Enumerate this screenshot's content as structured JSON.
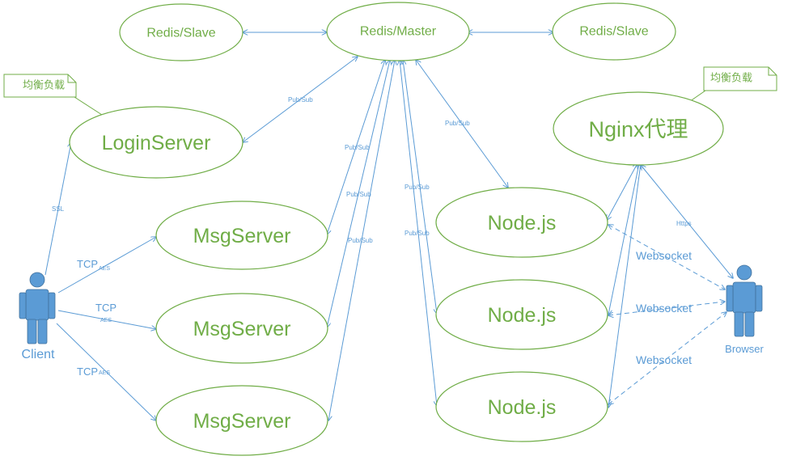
{
  "nodes": {
    "redis_slave_left": "Redis/Slave",
    "redis_master": "Redis/Master",
    "redis_slave_right": "Redis/Slave",
    "login_server": "LoginServer",
    "msg_server_1": "MsgServer",
    "msg_server_2": "MsgServer",
    "msg_server_3": "MsgServer",
    "nginx": "Nginx代理",
    "node_1": "Node.js",
    "node_2": "Node.js",
    "node_3": "Node.js"
  },
  "notes": {
    "left": "均衡负载",
    "right": "均衡负载"
  },
  "actors": {
    "client": "Client",
    "browser": "Browser"
  },
  "edge_labels": {
    "pubsub_login": "Pub/Sub",
    "pubsub_msg1": "Pub/Sub",
    "pubsub_msg2": "Pub/Sub",
    "pubsub_msg3": "Pub/Sub",
    "pubsub_node_top": "Pub/Sub",
    "pubsub_node2": "Pub/Sub",
    "pubsub_node3": "Pub/Sub",
    "ssl": "SSL",
    "tcp_1": "TCP",
    "tcp_1_sub": "AES",
    "tcp_2": "TCP",
    "tcp_2_sub": "AES",
    "tcp_3": "TCP",
    "tcp_3_sub": "AES",
    "https": "Https",
    "ws_1": "Websocket",
    "ws_2": "Websocket",
    "ws_3": "Websocket"
  },
  "colors": {
    "node_stroke": "#70ad47",
    "edge": "#5b9bd5",
    "actor": "#5b9bd5"
  }
}
